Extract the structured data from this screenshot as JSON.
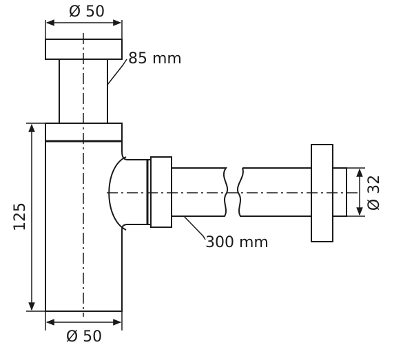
{
  "diagram": {
    "dimensions": {
      "top_diameter": "Ø 50",
      "bottom_diameter": "Ø 50",
      "stem_length": "85 mm",
      "body_height": "125",
      "pipe_length": "300 mm",
      "wall_diameter": "Ø 32"
    },
    "colors": {
      "line": "#1a1a1a",
      "background": "#ffffff"
    }
  }
}
